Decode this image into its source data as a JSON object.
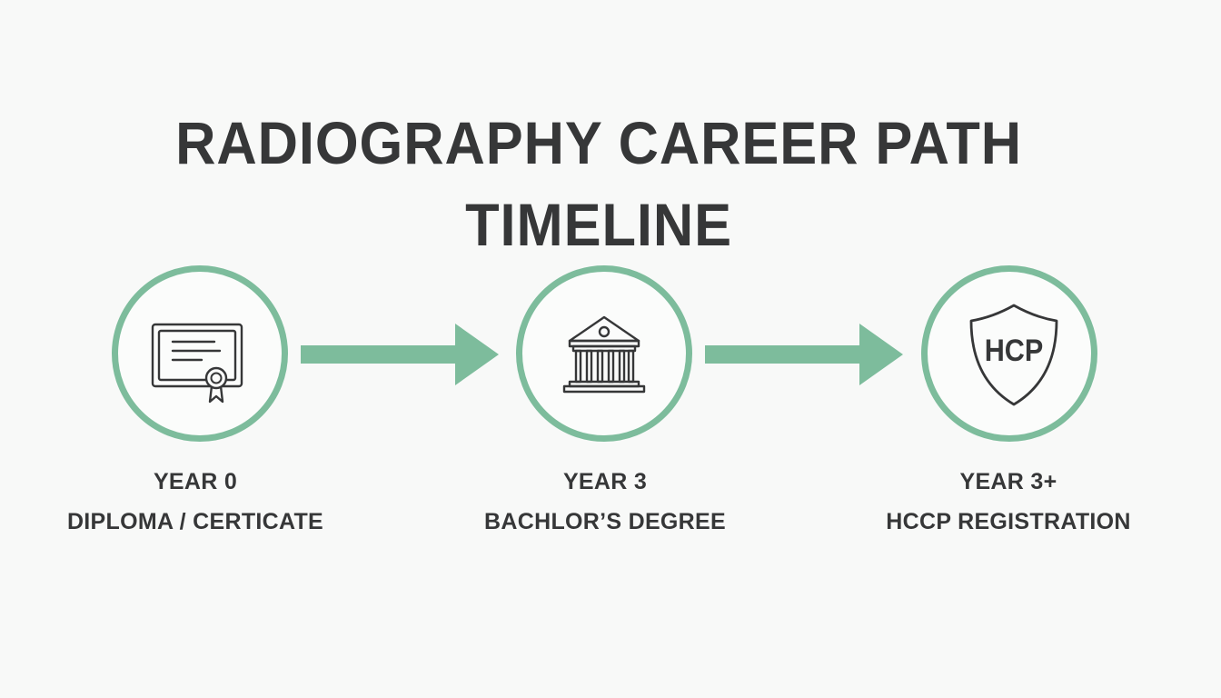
{
  "title": "RADIOGRAPHY CAREER PATH TIMELINE",
  "accent_color": "#7dbc9c",
  "text_color": "#363738",
  "steps": [
    {
      "icon": "diploma-certificate-icon",
      "year": "YEAR 0",
      "name": "DIPLOMA / CERTICATE"
    },
    {
      "icon": "university-building-icon",
      "year": "YEAR 3",
      "name": "BACHLOR’S DEGREE"
    },
    {
      "icon": "hcp-shield-icon",
      "icon_text": "HCP",
      "year": "YEAR 3+",
      "name": "HCCP REGISTRATION"
    }
  ]
}
